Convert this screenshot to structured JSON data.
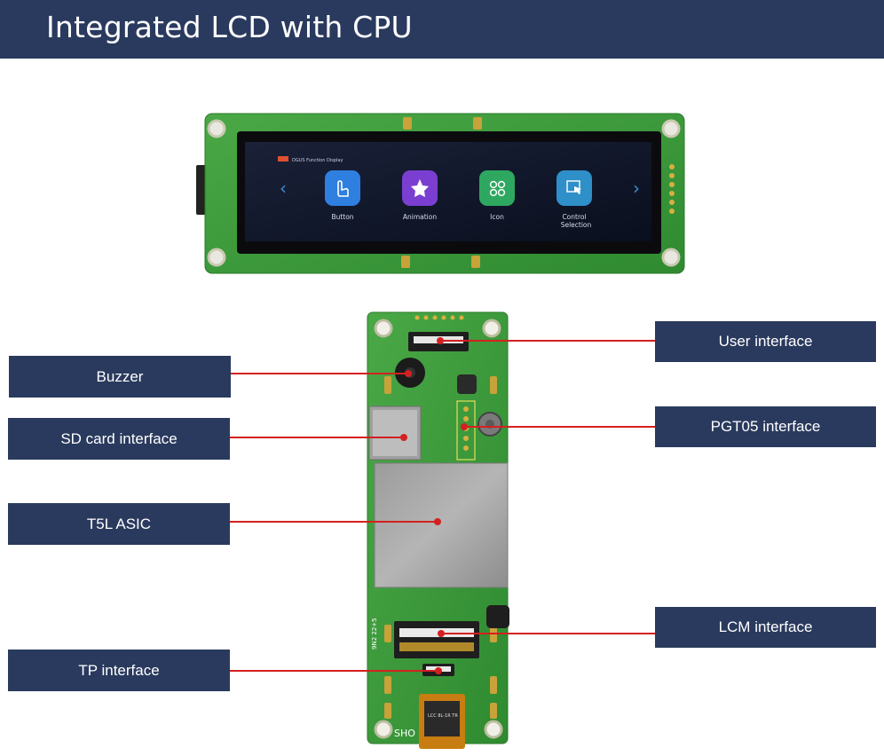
{
  "title": "Integrated LCD with CPU",
  "screen": {
    "top_text": "DGUS Function Display",
    "icons": [
      {
        "name": "Button",
        "icon": "hand-pointer-icon",
        "color": "#2f7fe0"
      },
      {
        "name": "Animation",
        "icon": "star-icon",
        "color": "#7a3fd0"
      },
      {
        "name": "Icon",
        "icon": "grid-icon",
        "color": "#2ea860"
      },
      {
        "name": "Control Selection",
        "icon": "cursor-select-icon",
        "color": "#2f8fc8"
      }
    ]
  },
  "board_text": {
    "silkscreen": "SHO",
    "fpc_code": "LCC 8L-1R TR",
    "part_mark": "9N2 22+5"
  },
  "callouts": [
    {
      "id": "user-interface",
      "text": "User interface"
    },
    {
      "id": "buzzer",
      "text": "Buzzer"
    },
    {
      "id": "pgt05-interface",
      "text": "PGT05 interface"
    },
    {
      "id": "sd-card-interface",
      "text": "SD card interface"
    },
    {
      "id": "t5l-asic",
      "text": "T5L ASIC"
    },
    {
      "id": "lcm-interface",
      "text": "LCM interface"
    },
    {
      "id": "tp-interface",
      "text": "TP interface"
    }
  ],
  "colors": {
    "header": "#2a3a5e",
    "label_bg": "#2a3a5e",
    "leader_line": "#d42020",
    "pcb": "#3f9a3c"
  }
}
